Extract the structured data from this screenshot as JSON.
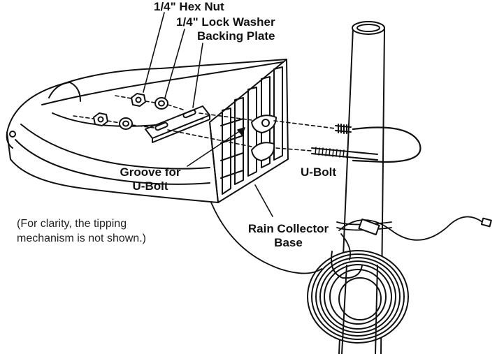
{
  "labels": {
    "hex_nut": "1/4\" Hex Nut",
    "lock_washer": "1/4\" Lock Washer",
    "backing_plate": "Backing Plate",
    "groove_line1": "Groove for",
    "groove_line2": "U-Bolt",
    "u_bolt": "U-Bolt",
    "rain_base_line1": "Rain Collector",
    "rain_base_line2": "Base"
  },
  "note": {
    "line1": "(For clarity, the tipping",
    "line2": "mechanism is not shown.)"
  },
  "colors": {
    "ink": "#111111",
    "background": "#ffffff"
  }
}
